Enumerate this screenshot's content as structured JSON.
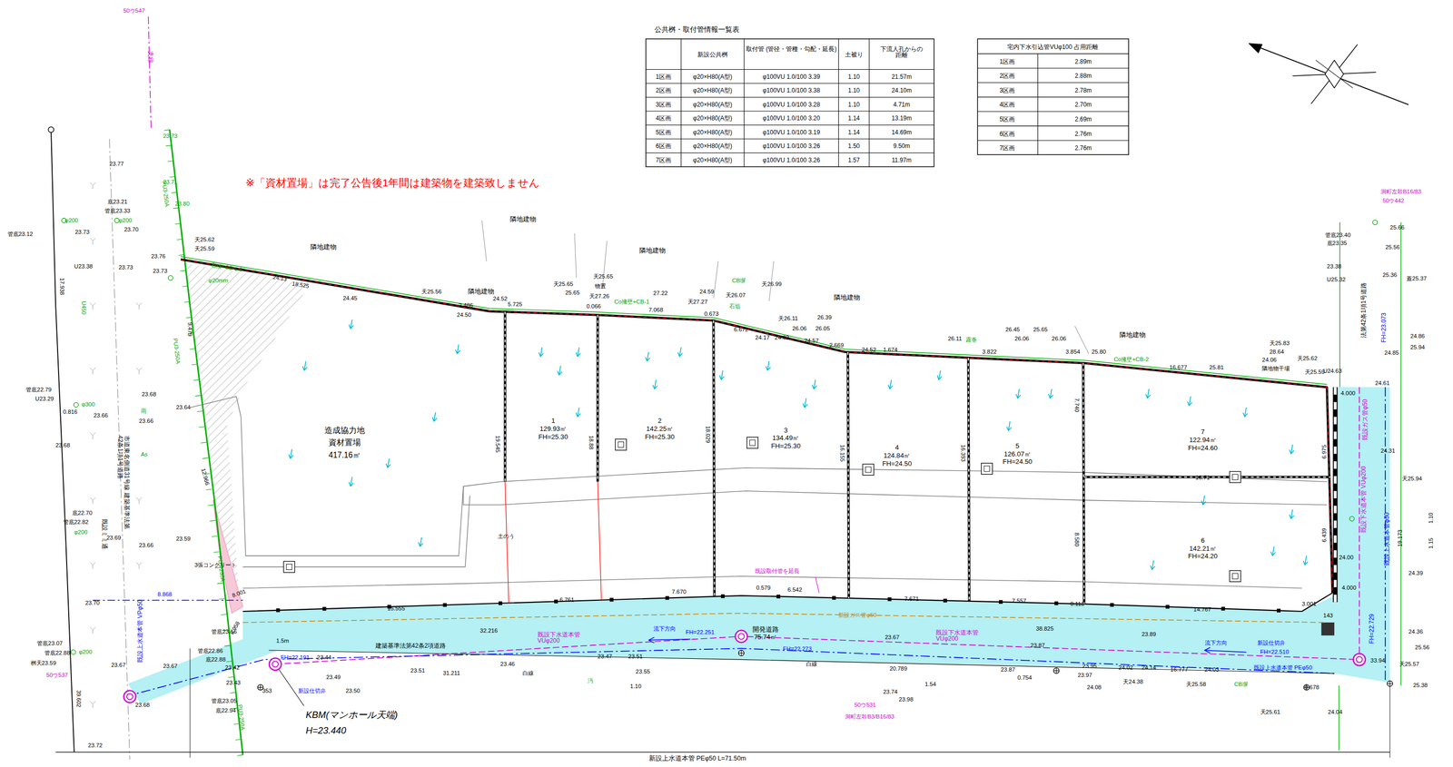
{
  "diagram": {
    "nodes": [
      {
        "text": [
          "1",
          "129.93㎡",
          "FH=25.30"
        ]
      },
      {
        "text": [
          "2",
          "142.25㎡",
          "FH=25.30"
        ]
      },
      {
        "text": [
          "3",
          "134.49㎡",
          "FH=25.30"
        ]
      },
      {
        "text": [
          "4",
          "124.84㎡",
          "FH=24.50"
        ]
      },
      {
        "text": [
          "5",
          "126.07㎡",
          "FH=24.50"
        ]
      },
      {
        "text": [
          "6",
          "142.21㎡",
          "FH=24.20"
        ]
      },
      {
        "text": [
          "7",
          "122.94㎡",
          "FH=24.60"
        ]
      },
      {
        "text": [
          "造成協力地",
          "資材置場",
          "417.16㎡"
        ]
      },
      {
        "text": [
          "開発道路",
          "75.74㎡"
        ]
      }
    ],
    "labels": [
      "公共桝・取付管情報一覧表",
      "新設公共桝",
      "取付管 (管径・管種・勾配・延長)",
      "土被り",
      "下流人孔からの 距離",
      "1区画",
      "φ20×H80(A型)",
      "φ100VU 1.0/100 3.39",
      "1.10",
      "21.57m",
      "2区画",
      "φ20×H80(A型)",
      "φ100VU 1.0/100 3.38",
      "1.10",
      "24.10m",
      "3区画",
      "φ20×H80(A型)",
      "φ100VU 1.0/100 3.28",
      "1.10",
      "4.71m",
      "4区画",
      "φ20×H80(A型)",
      "φ100VU 1.0/100 3.20",
      "1.14",
      "13.19m",
      "5区画",
      "φ20×H80(A型)",
      "φ100VU 1.0/100 3.19",
      "1.14",
      "14.69m",
      "6区画",
      "φ20×H80(A型)",
      "φ100VU 1.0/100 3.26",
      "1.50",
      "9.50m",
      "7区画",
      "φ20×H80(A型)",
      "φ100VU 1.0/100 3.26",
      "1.57",
      "11.97m",
      "宅内下水引込管VUφ100 占用距離",
      "1区画",
      "2.89m",
      "2区画",
      "2.88m",
      "3区画",
      "2.78m",
      "4区画",
      "2.70m",
      "5区画",
      "2.69m",
      "6区画",
      "2.76m",
      "7区画",
      "2.76m",
      "※「資材置場」は完了公告後1年間は建築物を建築致しません",
      "50ウ547",
      "支線",
      "23.73",
      "23.77",
      "23.71",
      "底23.21",
      "管底23.33",
      "φ200",
      "23.70",
      "23.80",
      "φ200",
      "23.73",
      "管底23.12",
      "U23.38",
      "23.73",
      "17.938",
      "U450",
      "天25.62",
      "天25.59",
      "23.76",
      "23.73",
      "石積+CB-1.5",
      "φ20mm",
      "24.13",
      "18.525",
      "24.45",
      "隣地建物",
      "隣地建物",
      "隣地建物",
      "隣地建物",
      "隣地建物",
      "隣地建物",
      "9.479",
      "PU3-250A",
      "PU3-250A",
      "PU3-250A",
      "PU3-250A",
      "23.64",
      "管底22.79",
      "U23.29",
      "φ300",
      "0.816",
      "23.66",
      "雨",
      "23.66",
      "23.68",
      "23.68",
      "As",
      "市道東名側道31号線 建築基準法第42条1項1号道路",
      "既設ミミ通",
      "12.966",
      "底22.70",
      "管底22.82",
      "φ200",
      "23.69",
      "23.59",
      "23.66",
      "3張コンクリート",
      "23.70",
      "8.868",
      "既設上水道本管 VPφ50",
      "8.001",
      "3.958",
      "管底23.16",
      "管底22.86",
      "底22.88",
      "23.42",
      "管底23.07",
      "管底22.88",
      "桝天23.59",
      "φ200",
      "23.67",
      "23.67",
      "1.5m",
      "FH=22.191",
      "23.44",
      "23.43",
      "353",
      "23.49",
      "23.51",
      "23.50",
      "新設仕切弁",
      "管底23.05",
      "底22.94",
      "50ウ537",
      "23.68",
      "23.72",
      "39.602",
      "KBM(マンホール天端)",
      "H=23.440",
      "31.211",
      "32.216",
      "建築基準法第42条2項道路",
      "既設下水道本管 VUφ200",
      "23.46",
      "23.47",
      "23.51",
      "23.55",
      "1.10",
      "流下方向",
      "FH=22.251",
      "白線",
      "白線",
      "汚",
      "既設取付管を延長",
      "FH=22.273",
      "新設ガス管φ50",
      "23.67",
      "既設下水道本管 VUφ200",
      "20.789",
      "23.74",
      "23.98",
      "50ウ531",
      "洞町左幹B3/B16/83",
      "1.54",
      "23.87",
      "23.89",
      "38.825",
      "23.87",
      "0.754",
      "23.95",
      "23.97",
      "24.08",
      "24.02",
      "24.14",
      "16.777",
      "24.03",
      "流下方向",
      "新設仕切弁",
      "FH=22.510",
      "既設上水道本管 PEφ50",
      "天24.38",
      "天25.58",
      "CB塀",
      "天25.61",
      "0.678",
      "24.04",
      "33.94",
      "25.56",
      "天25.57",
      "25.38",
      "24.36",
      "24.39",
      "1.10",
      "1.15",
      "天25.94",
      "19.173",
      "6.975",
      "6.439",
      "4.000",
      "4.000",
      "既設下水道本管 VUφ200",
      "既設ガス管φ50",
      "既設上水道本管φ50",
      "FH=23.073",
      "FH=22.729",
      "法第42条1項1号道路",
      "蓋25.37",
      "24.86",
      "25.94",
      "U25.32",
      "25.36",
      "25.56",
      "25.66",
      "管底23.40",
      "底23.35",
      "23.38",
      "洞町左幹B16/83",
      "50ウ442",
      "U24.63",
      "24.85",
      "24.61",
      "24.31",
      "24.00",
      "天25.83",
      "28.64",
      "24.06",
      "天25.62",
      "天25.59",
      "25.81",
      "16.677",
      "隣地物干場",
      "25.80",
      "3.854",
      "26.06",
      "26.06",
      "26.45",
      "25.65",
      "3.822",
      "Co擁壁+CB-2",
      "露巻",
      "26.11",
      "24.52",
      "1.674",
      "2.669",
      "24.57",
      "26.39",
      "26.05",
      "天26.11",
      "26.06",
      "24.62",
      "24.17",
      "6.672",
      "0.673",
      "天26.07",
      "石垣",
      "CB塀",
      "天26.99",
      "天27.27",
      "24.59",
      "27.22",
      "Co擁壁+CB-1",
      "7.068",
      "天27.26",
      "物置",
      "天25.65",
      "天25.65",
      "25.65",
      "0.066",
      "5.725",
      "24.52",
      "2.486",
      "24.50",
      "天25.56",
      "19.545",
      "18.88",
      "18.029",
      "16.155",
      "16.393",
      "7.740",
      "8.580",
      "16.71",
      "15.555",
      "6.761",
      "7.670",
      "0.579",
      "6.542",
      "7.671",
      "7.557",
      "0.113",
      "14.767",
      "3.001",
      "143",
      "土のう",
      "新設上水道本管 PEφ50 L=71.50m"
    ]
  }
}
